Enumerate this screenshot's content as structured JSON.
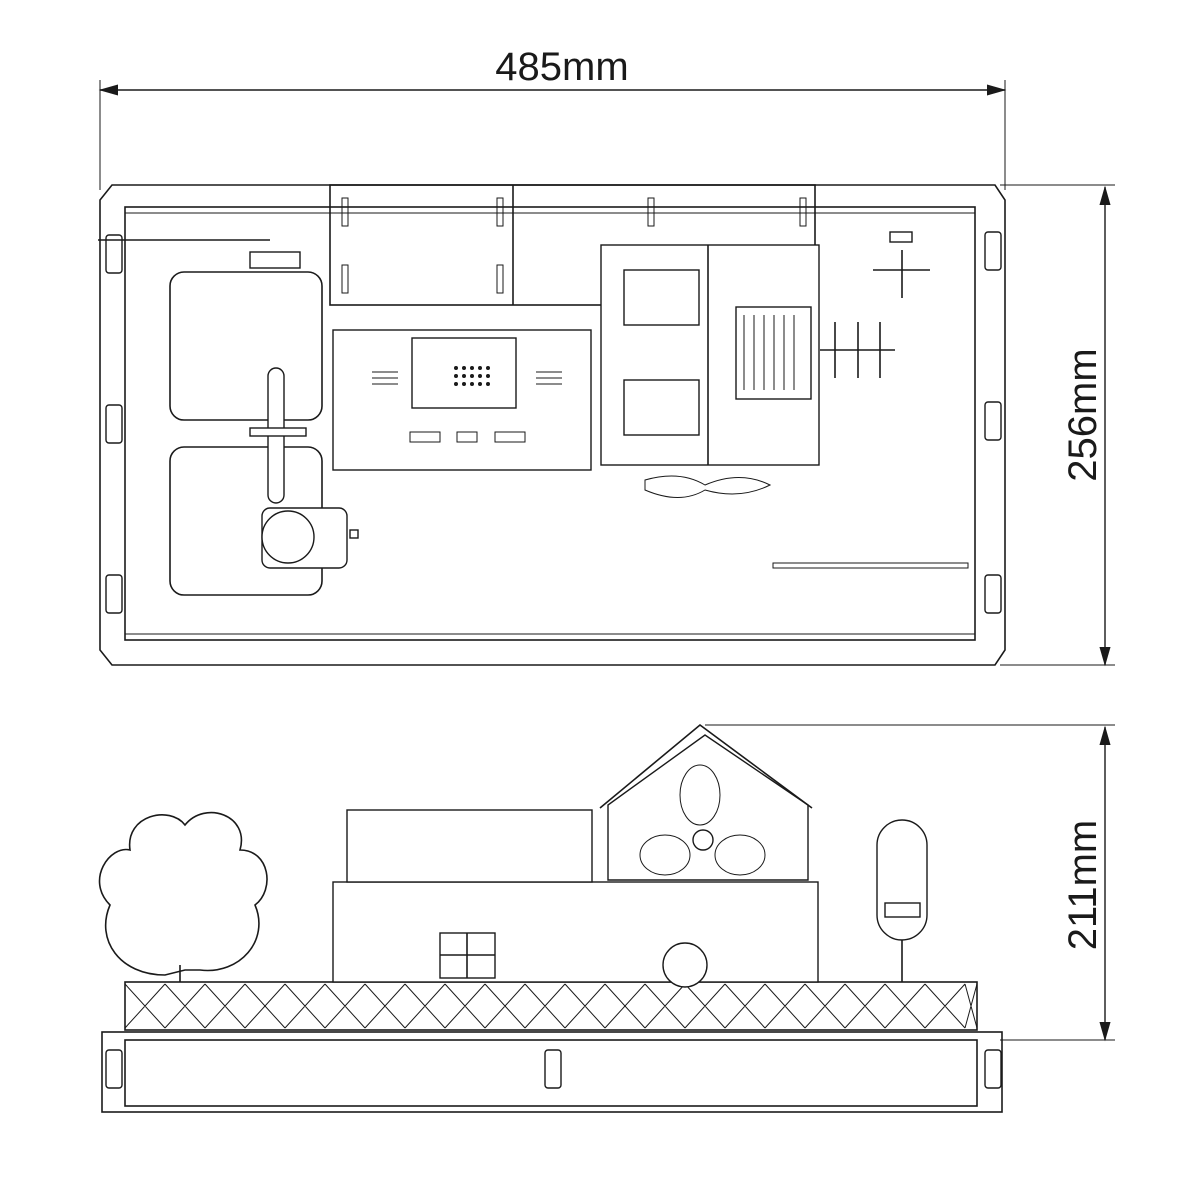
{
  "dimensions": {
    "width": "485mm",
    "depth": "256mm",
    "height": "211mm"
  },
  "views": [
    "top-view",
    "front-view"
  ]
}
